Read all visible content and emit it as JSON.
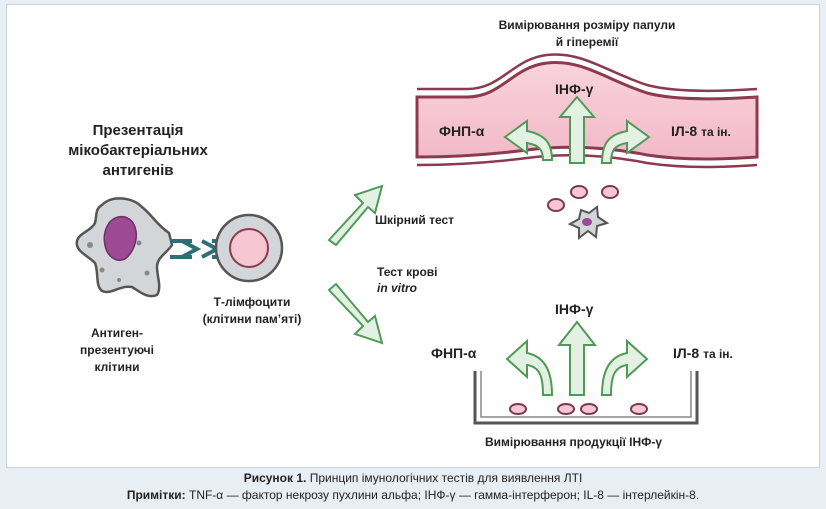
{
  "diagram": {
    "left_title": [
      "Презентація",
      "мікобактеріальних",
      "антигенів"
    ],
    "apc_label": [
      "Антиген-",
      "презентуючі",
      "клітини"
    ],
    "tcell_label": [
      "Т-лімфоцити",
      "(клітини пам’яті)"
    ],
    "skin_test_label": "Шкірний тест",
    "blood_test_label": "Тест крові",
    "blood_test_sub": "in vitro",
    "top_title": [
      "Вимірювання розміру папули",
      "й гіперемії"
    ],
    "bottom_title": "Вимірювання продукції ІНФ-γ",
    "top_cytokines": {
      "left": "ФНП-α",
      "center": "ІНФ-γ",
      "right_main": "ІЛ-8",
      "right_suffix": "та ін."
    },
    "bottom_cytokines": {
      "left": "ФНП-α",
      "center": "ІНФ-γ",
      "right_main": "ІЛ-8",
      "right_suffix": "та ін."
    }
  },
  "caption": {
    "figure_label": "Рисунок 1.",
    "figure_text": "Принцип імунологічних тестів для виявлення ЛТІ",
    "notes_label": "Примітки:",
    "notes_text": "TNF-α — фактор некрозу пухлини альфа; ІНФ-γ — гамма-інтерферон; IL-8 — інтерлейкін-8."
  },
  "colors": {
    "arrow_fill": "#e3f1e3",
    "arrow_stroke": "#4f9a58",
    "skin_pink": "#f6c6d2",
    "skin_border": "#8d3a4f",
    "cell_gray": "#d3d6d9",
    "nucleus_purple": "#9b4a93",
    "receptor_teal": "#2d6e7a"
  }
}
